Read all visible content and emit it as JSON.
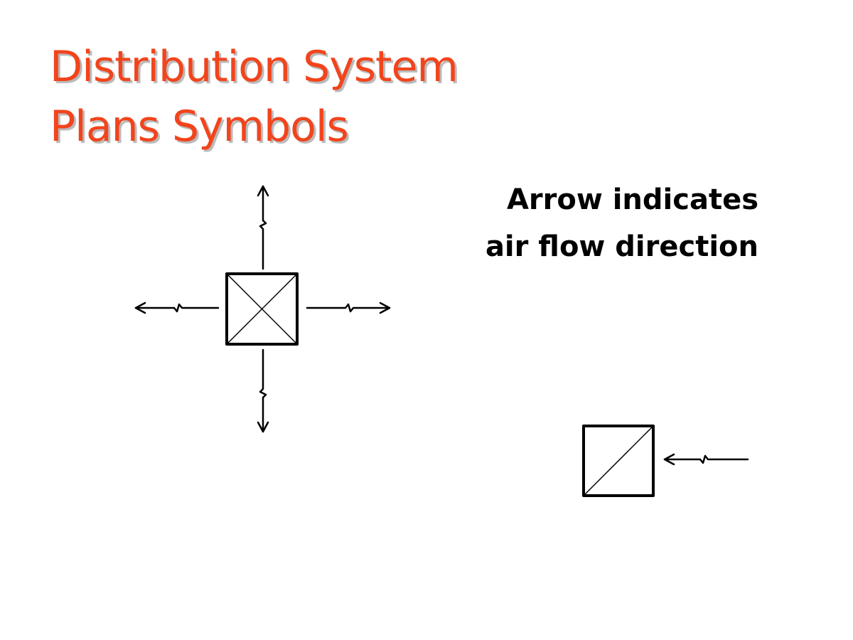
{
  "slide": {
    "title_line_1": "Distribution System",
    "title_line_2": "Plans Symbols",
    "note_line_1": "Arrow indicates",
    "note_line_2": "air flow direction"
  },
  "symbols": [
    {
      "name": "four-way-supply-diffuser",
      "arrows": [
        "up",
        "down",
        "left",
        "right"
      ]
    },
    {
      "name": "return-grille",
      "arrows": [
        "left"
      ]
    }
  ],
  "colors": {
    "title": "#f2441c",
    "title_shadow": "#b9b9b9",
    "text": "#000000",
    "lines": "#000000"
  }
}
